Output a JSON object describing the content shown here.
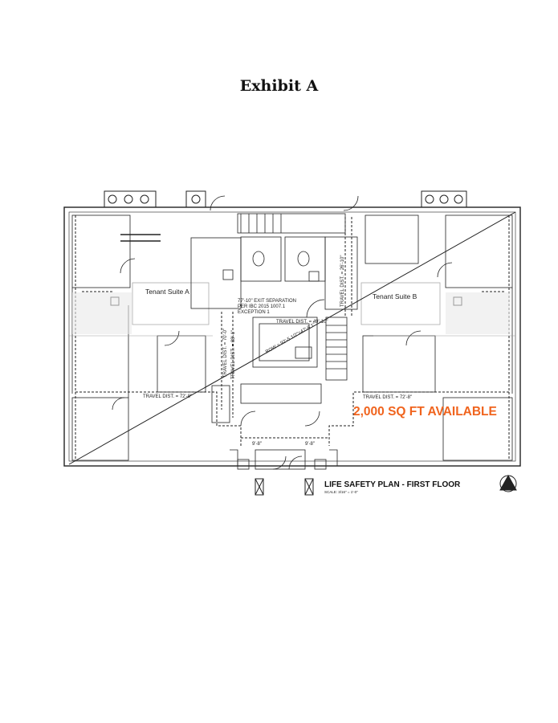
{
  "page": {
    "title": "Exhibit A"
  },
  "plan": {
    "tenant_a": "Tenant Suite A",
    "tenant_b": "Tenant Suite B",
    "available": "2,000 SQ FT AVAILABLE",
    "plan_title": "LIFE SAFETY PLAN - FIRST FLOOR",
    "scale": "SCALE: 3/16\" = 1'-0\"",
    "exit_sep_1": "77'-10\" EXIT SEPARATION",
    "exit_sep_2": "PER IBC 2015 1007.1",
    "exit_sep_3": "EXCEPTION 1",
    "travel_left": "TRAVEL DIST. = 72'-8\"",
    "travel_right": "TRAVEL DIST. = 72'-8\"",
    "travel_center": "TRAVEL DIST. = 49'-10\"",
    "travel_v1": "TRAVEL DIST. = 70'-0\"",
    "travel_v2": "TRAVEL DIST. = 88'-1\"",
    "travel_v3": "TRAVEL DIST. = 26'-10\"",
    "diag_label": "ROW = 92'-5 1/2\"=47'-8 1\"",
    "dim_left": "9'-8\"",
    "dim_right": "9'-8\""
  }
}
